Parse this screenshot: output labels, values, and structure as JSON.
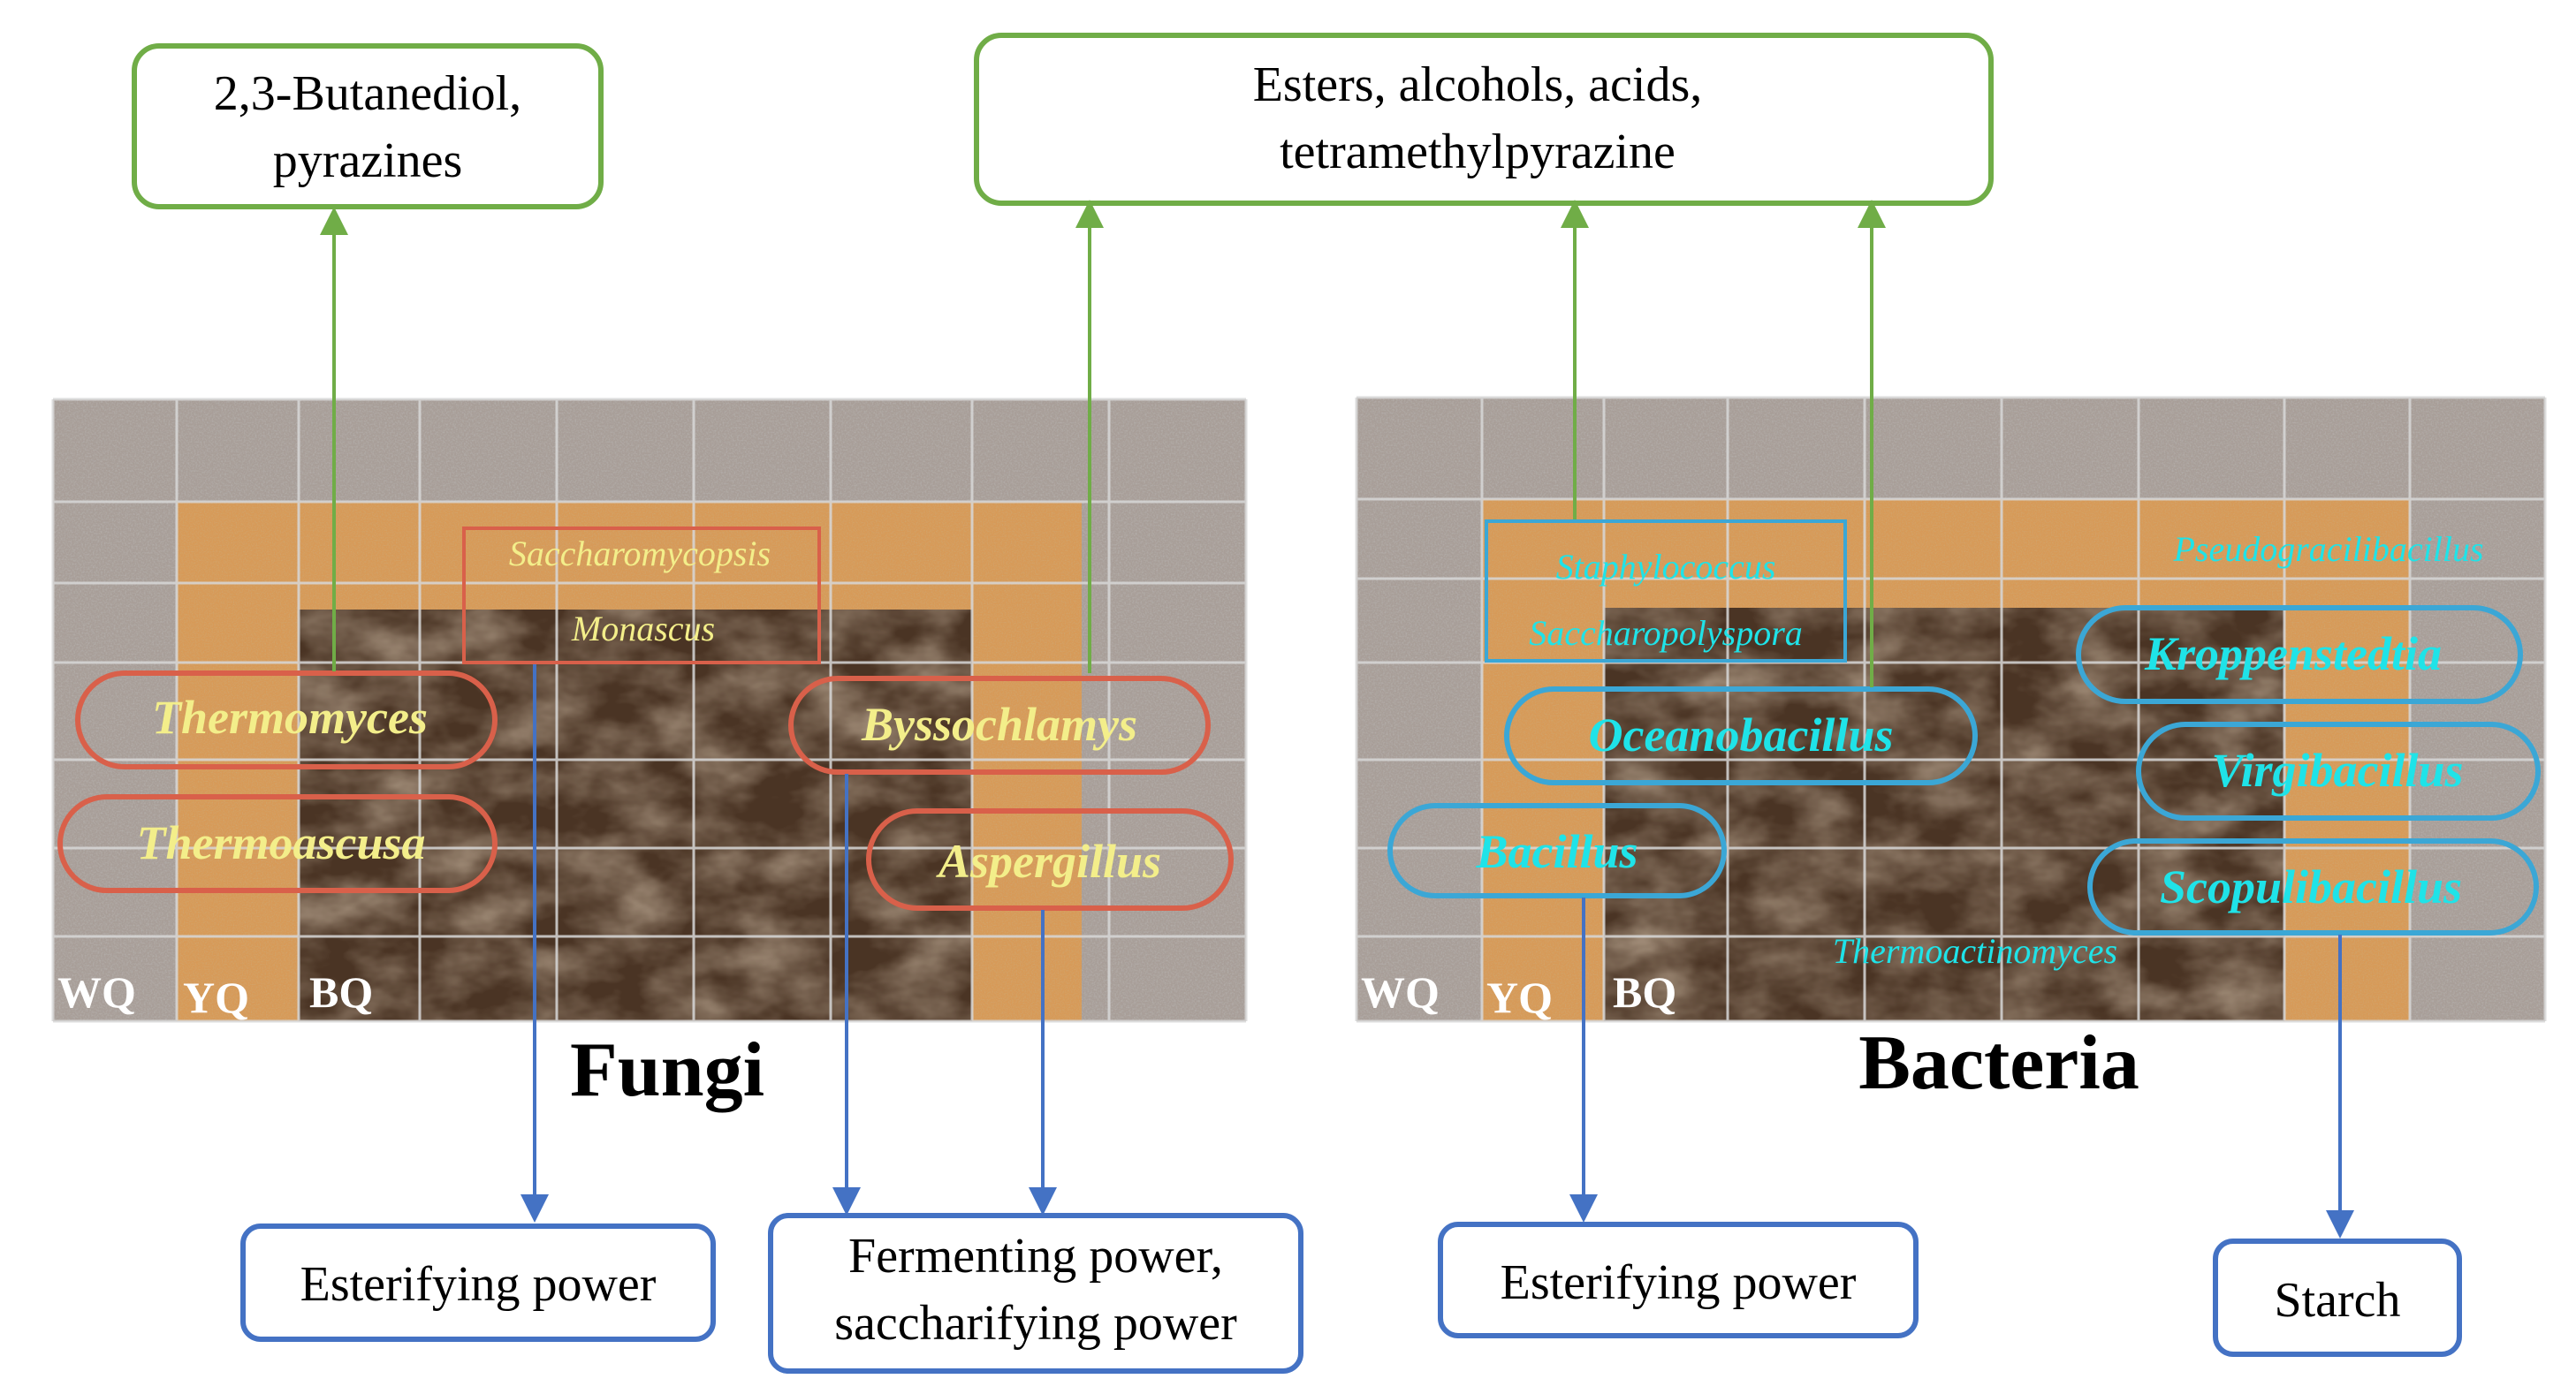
{
  "colors": {
    "green": "#70AD47",
    "blue": "#4472C4",
    "red": "#D9604A",
    "cyan": "#3BA7D6",
    "fungi_text": "#F3EE8A",
    "bacteria_text": "#1FE3E8",
    "gravel": "#A89E98",
    "sand": "#D79A58",
    "soil": "#4A3424"
  },
  "panels": {
    "fungi": {
      "title": "Fungi",
      "zones": [
        "WQ",
        "YQ",
        "BQ"
      ],
      "outcomes": [
        "2,3-Butanediol,",
        "pyrazines"
      ],
      "minor_genera": [
        "Saccharomycopsis",
        "Monascus"
      ],
      "major_genera": [
        "Thermomyces",
        "Thermoascusa",
        "Byssochlamys",
        "Aspergillus"
      ],
      "functions": [
        "Esterifying power",
        "Fermenting power,",
        "saccharifying power"
      ]
    },
    "shared_outcome": [
      "Esters, alcohols, acids,",
      "tetramethylpyrazine"
    ],
    "bacteria": {
      "title": "Bacteria",
      "zones": [
        "WQ",
        "YQ",
        "BQ"
      ],
      "minor_genera": [
        "Staphylococcus",
        "Saccharopolyspora",
        "Pseudogracilibacillus",
        "Thermoactinomyces"
      ],
      "major_genera": [
        "Kroppenstedtia",
        "Oceanobacillus",
        "Virgibacillus",
        "Bacillus",
        "Scopulibacillus"
      ],
      "functions": [
        "Esterifying power",
        "Starch"
      ]
    }
  }
}
